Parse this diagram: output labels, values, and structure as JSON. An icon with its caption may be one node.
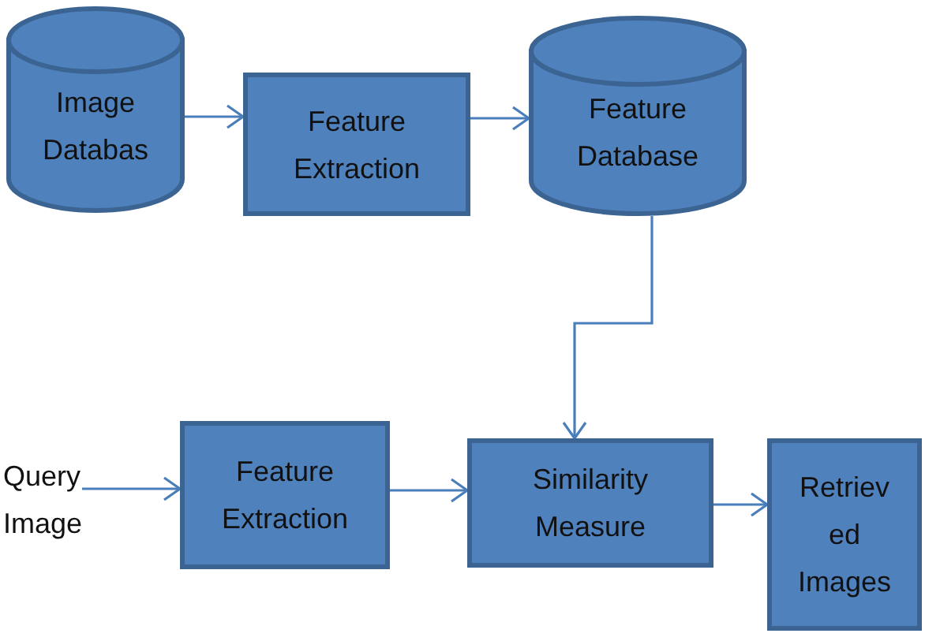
{
  "diagram": {
    "nodes": [
      {
        "text": [
          "Image Databas"
        ]
      },
      {
        "text": [
          "Feature Extraction"
        ]
      },
      {
        "text": [
          "Feature Database"
        ]
      },
      {
        "text": [
          "Query Image"
        ]
      },
      {
        "text": [
          "Feature Extraction"
        ]
      },
      {
        "text": [
          "Similarity Measure"
        ]
      },
      {
        "text": [
          "Retriev ed Images"
        ]
      }
    ],
    "edges": [
      {
        "from": 0,
        "to": 1,
        "arrow": "to"
      },
      {
        "from": 1,
        "to": 2,
        "arrow": "to"
      },
      {
        "from": 2,
        "to": 5,
        "arrow": "to"
      },
      {
        "from": 3,
        "to": 4,
        "arrow": "to"
      },
      {
        "from": 4,
        "to": 5,
        "arrow": "to"
      },
      {
        "from": 5,
        "to": 6,
        "arrow": "to"
      }
    ]
  }
}
